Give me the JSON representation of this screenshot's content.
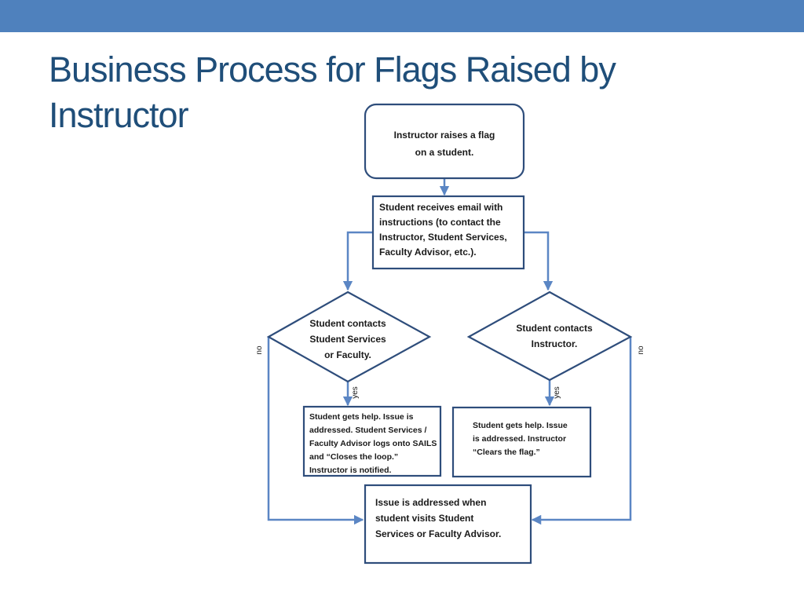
{
  "slide": {
    "title_line1": "Business Process for Flags Raised by",
    "title_line2": "Instructor"
  },
  "colors": {
    "top_bar": "#4f81bd",
    "title": "#1f4e79",
    "shape_border": "#2e4d7b",
    "connector": "#5b86c4"
  },
  "flowchart": {
    "start": [
      "Instructor raises a flag",
      "on a student."
    ],
    "email": [
      "Student receives email with",
      "instructions (to contact the",
      "Instructor, Student Services,",
      "Faculty Advisor, etc.)."
    ],
    "decision_left": [
      "Student contacts",
      "Student Services",
      "or Faculty."
    ],
    "decision_right": [
      "Student contacts",
      "Instructor."
    ],
    "outcome_left": [
      "Student gets help.  Issue is",
      "addressed.  Student Services /",
      "Faculty Advisor logs onto SAILS",
      "and “Closes the loop.”",
      "Instructor is notified."
    ],
    "outcome_right": [
      "Student gets help.  Issue",
      "is addressed.  Instructor",
      "“Clears the flag.”"
    ],
    "final": [
      "Issue is addressed when",
      "student visits Student",
      "Services or Faculty Advisor."
    ],
    "labels": {
      "yes": "yes",
      "no": "no"
    }
  }
}
